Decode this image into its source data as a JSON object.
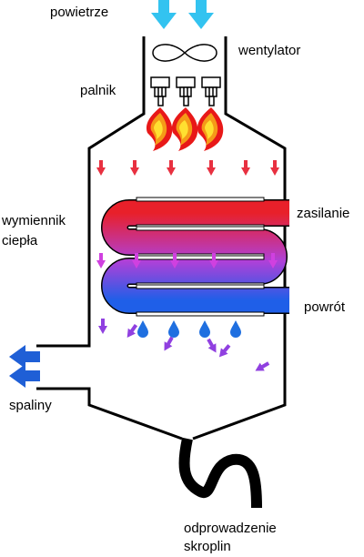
{
  "labels": {
    "air": "powietrze",
    "fan": "wentylator",
    "burner": "palnik",
    "exchanger_line1": "wymiennik",
    "exchanger_line2": "ciepła",
    "supply": "zasilanie",
    "return": "powrót",
    "exhaust": "spaliny",
    "drain_line1": "odprowadzenie",
    "drain_line2": "skroplin"
  },
  "colors": {
    "air_arrow": "#33c3f0",
    "exhaust_arrow": "#1f5fd6",
    "hot": "#e8202a",
    "cold": "#1f5fe8",
    "mid": "#b040d8",
    "hot_arrow": "#e83040",
    "mid_arrow": "#d040e0",
    "cool_arrow": "#9040e0",
    "droplet": "#1f6fe0",
    "flame_outer": "#e82020",
    "flame_mid": "#f59a18",
    "flame_inner": "#ffe030",
    "outline": "#000000"
  },
  "icons": [
    "air-intake-arrow-icon",
    "fan-icon",
    "burner-nozzle-icon",
    "flame-icon",
    "flow-arrow-icon",
    "droplet-icon",
    "exhaust-arrow-icon",
    "drain-hose-icon"
  ]
}
